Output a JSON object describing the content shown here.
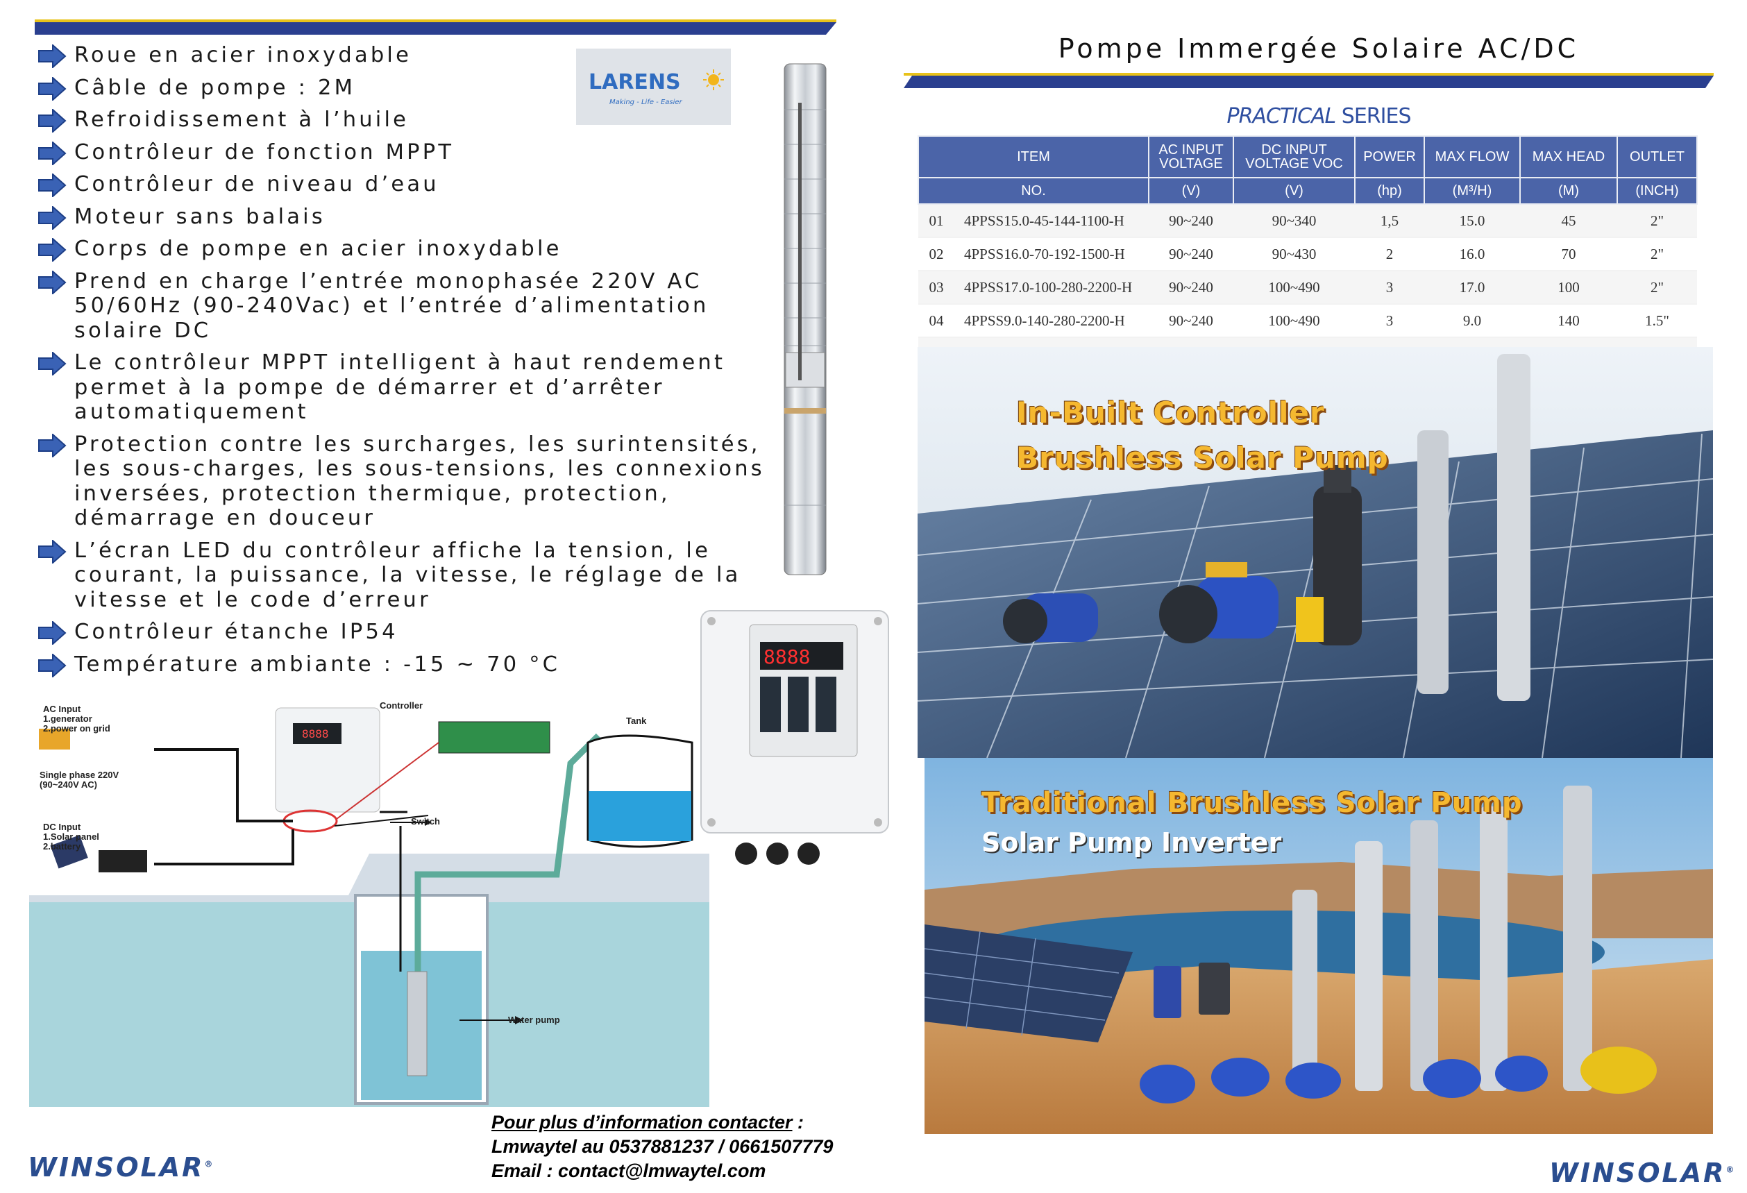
{
  "brand": {
    "logo_left": "WINSOLAR",
    "logo_right": "WINSOLAR",
    "trademark": "®",
    "larens_name": "LARENS",
    "larens_tagline": "Making - Life - Easier",
    "accent_navy": "#2a3f8f",
    "accent_yellow": "#e8c21a"
  },
  "features": [
    "Roue en acier inoxydable",
    "Câble de pompe : 2M",
    "Refroidissement à l’huile",
    "Contrôleur de fonction MPPT",
    "Contrôleur de niveau d’eau",
    "Moteur sans balais",
    "Corps de pompe en acier inoxydable",
    "Prend en charge l’entrée monophasée 220V AC 50/60Hz (90-240Vac) et l’entrée d’alimentation solaire DC",
    "Le contrôleur MPPT intelligent à haut rendement permet à la pompe de démarrer et d’arrêter automatiquement",
    "Protection contre les surcharges, les surintensités, les sous-charges, les sous-tensions, les connexions inversées, protection thermique, protection, démarrage en douceur",
    "L’écran LED du contrôleur affiche la tension, le courant, la puissance, la vitesse, le réglage de la vitesse et le code d’erreur",
    "Contrôleur étanche IP54",
    "Température ambiante : -15 ~ 70 °C"
  ],
  "title": "Pompe  Immergée Solaire  AC/DC",
  "series": {
    "italic": "PRACTICAL",
    "rest": " SERIES"
  },
  "table": {
    "headers": [
      "ITEM",
      "AC INPUT VOLTAGE",
      "DC INPUT VOLTAGE VOC",
      "POWER",
      "MAX FLOW",
      "MAX HEAD",
      "OUTLET"
    ],
    "units": [
      "NO.",
      "(V)",
      "(V)",
      "(hp)",
      "(M³/H)",
      "(M)",
      "(INCH)"
    ],
    "rows": [
      [
        "01",
        "4PPSS15.0-45-144-1100-H",
        "90~240",
        "90~340",
        "1,5",
        "15.0",
        "45",
        "2\""
      ],
      [
        "02",
        "4PPSS16.0-70-192-1500-H",
        "90~240",
        "90~430",
        "2",
        "16.0",
        "70",
        "2\""
      ],
      [
        "03",
        "4PPSS17.0-100-280-2200-H",
        "90~240",
        "100~490",
        "3",
        "17.0",
        "100",
        "2\""
      ],
      [
        "04",
        "4PPSS9.0-140-280-2200-H",
        "90~240",
        "100~490",
        "3",
        "9.0",
        "140",
        "1.5\""
      ]
    ]
  },
  "photo1": {
    "line1": "In-Built Controller",
    "line2": "Brushless Solar Pump"
  },
  "photo2": {
    "line1": "Traditional Brushless Solar Pump",
    "line2": "Solar Pump Inverter"
  },
  "diagram": {
    "ac_input": "AC Input",
    "ac_1": "1.generator",
    "ac_2": "2.power on grid",
    "single_phase": "Single phase 220V",
    "single_phase_range": "(90~240V AC)",
    "dc_input": "DC Input",
    "dc_1": "1.Solar panel",
    "dc_2": "2.battery",
    "controller": "Controller",
    "switch": "Switch",
    "tank": "Tank",
    "water_pump": "Water pump",
    "display": "8888"
  },
  "contact": {
    "line1": "Pour plus d’information contacter",
    "line1_suffix": " :",
    "line2": "Lmwaytel au 0537881237 / 0661507779",
    "line3": "Email : contact@lmwaytel.com"
  }
}
